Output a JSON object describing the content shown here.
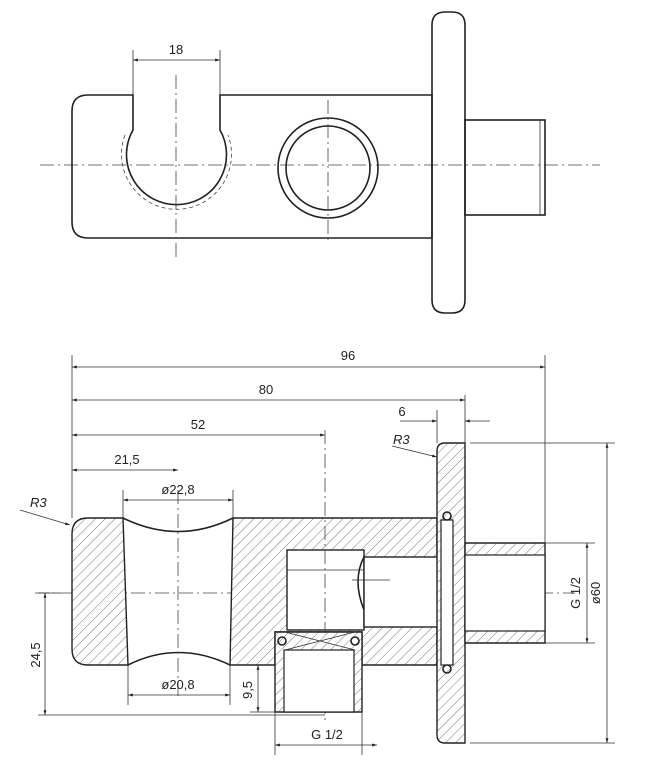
{
  "top_view": {
    "dim_slot": "18"
  },
  "section_view": {
    "dim_overall": "96",
    "dim_body_to_flange": "80",
    "dim_center_outlet": "52",
    "dim_center_groove": "21,5",
    "dim_groove_outer": "ø22,8",
    "dim_groove_inner": "ø20,8",
    "radius_left": "R3",
    "radius_flange": "R3",
    "dim_flange_thickness": "6",
    "dim_flange_diameter": "ø60",
    "thread_inlet": "G 1/2",
    "thread_outlet": "G 1/2",
    "dim_height": "24,5",
    "dim_outlet_length": "9,5"
  }
}
